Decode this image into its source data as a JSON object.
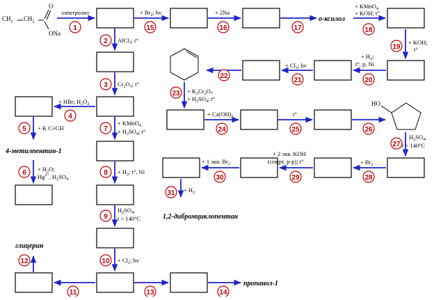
{
  "start_formula": {
    "ch3": "CH",
    "ch3_sub": "3",
    "dash": "—",
    "ch2": "CH",
    "ch2_sub": "2",
    "o": "O",
    "ona": "ONa"
  },
  "cyclohexene_ring": "",
  "cyclopentanol_oh": "HO",
  "steps": [
    {
      "n": "1",
      "label": "электролиз"
    },
    {
      "n": "2",
      "label": "AlCl3; t°"
    },
    {
      "n": "3",
      "label": "Cr2O3; t°"
    },
    {
      "n": "4",
      "label": "+ HBr; H2O2"
    },
    {
      "n": "5",
      "label": "+ K C≡CH"
    },
    {
      "n": "6",
      "label": "+ H2O; Hg2+, H2SO4"
    },
    {
      "n": "7",
      "label": "+ KMnO4 + H2SO4; t°"
    },
    {
      "n": "8",
      "label": "+ H2; t°, Ni"
    },
    {
      "n": "9",
      "label": "H2SO4, t > 140°C"
    },
    {
      "n": "10",
      "label": "+ Cl2; hv"
    },
    {
      "n": "11",
      "label": ""
    },
    {
      "n": "12",
      "label": ""
    },
    {
      "n": "13",
      "label": ""
    },
    {
      "n": "14",
      "label": ""
    },
    {
      "n": "15",
      "label": "+ Br2; hv"
    },
    {
      "n": "16",
      "label": "+ 2Na"
    },
    {
      "n": "17",
      "label": ""
    },
    {
      "n": "18",
      "label": "+ KMnO4 + KOH; t°"
    },
    {
      "n": "19",
      "label": "+ KOH; t°"
    },
    {
      "n": "20",
      "label": "+ H2; t°, p, Ni"
    },
    {
      "n": "21",
      "label": "+ Cl2; hv"
    },
    {
      "n": "22",
      "label": ""
    },
    {
      "n": "23",
      "label": "+ K2Cr2O7 + H2SO4; t°"
    },
    {
      "n": "24",
      "label": "+ Ca(OH)2"
    },
    {
      "n": "25",
      "label": "t°"
    },
    {
      "n": "26",
      "label": ""
    },
    {
      "n": "27",
      "label": "H2SO4, t > 140°C"
    },
    {
      "n": "28",
      "label": "+ Br2"
    },
    {
      "n": "29",
      "label": "+ 2 экв. KOH (спирт. р-р); t°"
    },
    {
      "n": "30",
      "label": "+ 1 экв. Br2"
    },
    {
      "n": "31",
      "label": "+ H2"
    }
  ],
  "products": {
    "o_xylene": "о-ксилол",
    "methylpentyne": "4-метилпентин-1",
    "glycerol": "глицерин",
    "propanol": "пропанол-1",
    "dibromocyclopentane": "1,2-дибромциклопентан"
  }
}
